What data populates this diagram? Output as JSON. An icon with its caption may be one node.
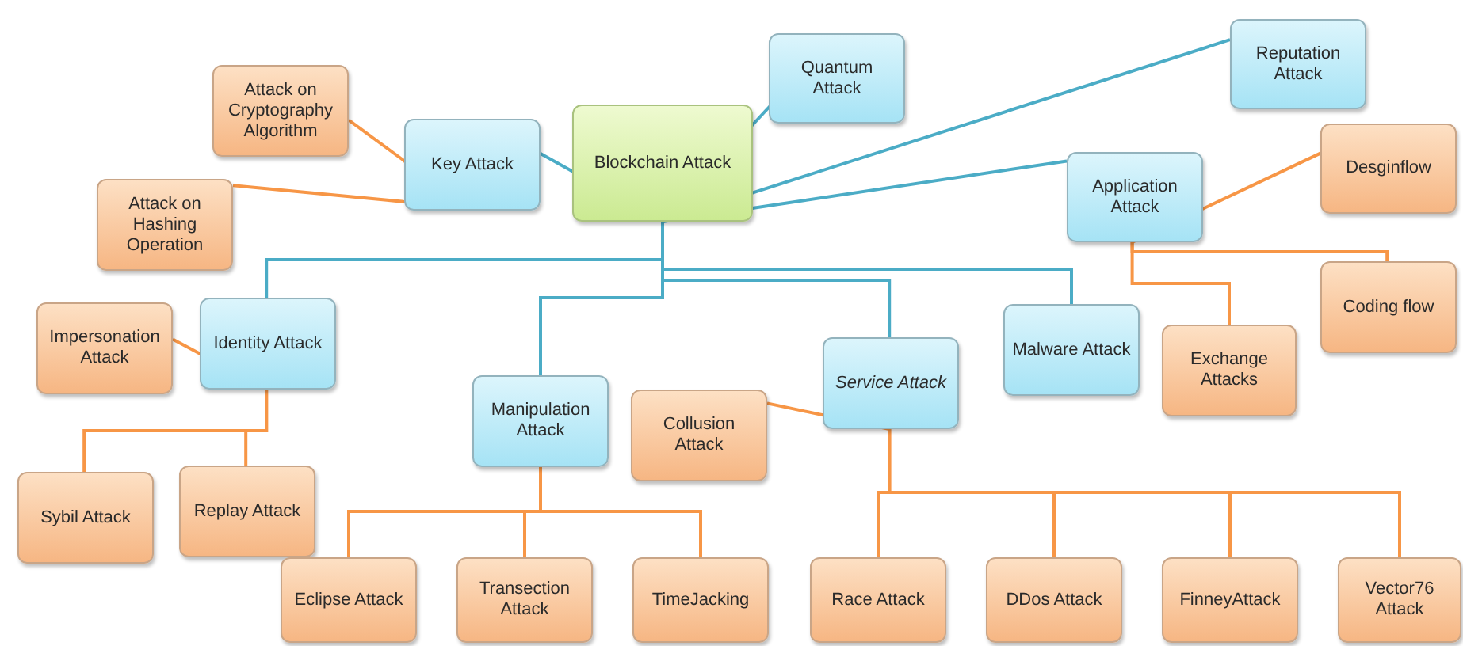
{
  "diagram": {
    "nodes": [
      {
        "text": [
          "Blockchain Attack"
        ]
      },
      {
        "text": [
          "Quantum Attack"
        ]
      },
      {
        "text": [
          "Reputation Attack"
        ]
      },
      {
        "text": [
          "Attack on Cryptography Algorithm"
        ]
      },
      {
        "text": [
          "Key Attack"
        ]
      },
      {
        "text": [
          "Application Attack"
        ]
      },
      {
        "text": [
          "Desginflow"
        ]
      },
      {
        "text": [
          "Attack on Hashing Operation"
        ]
      },
      {
        "text": [
          "Identity Attack"
        ]
      },
      {
        "text": [
          "Impersonation Attack"
        ]
      },
      {
        "text": [
          "Coding flow"
        ]
      },
      {
        "text": [
          "Malware Attack"
        ]
      },
      {
        "text": [
          "Exchange Attacks"
        ]
      },
      {
        "text": [
          "Service Attack"
        ]
      },
      {
        "text": [
          "Manipulation Attack"
        ]
      },
      {
        "text": [
          "Collusion Attack"
        ]
      },
      {
        "text": [
          "Sybil Attack"
        ]
      },
      {
        "text": [
          "Replay Attack"
        ]
      },
      {
        "text": [
          "Eclipse Attack"
        ]
      },
      {
        "text": [
          "Transection Attack"
        ]
      },
      {
        "text": [
          "TimeJacking"
        ]
      },
      {
        "text": [
          "Race Attack"
        ]
      },
      {
        "text": [
          "DDos Attack"
        ]
      },
      {
        "text": [
          "FinneyAttack"
        ]
      },
      {
        "text": [
          "Vector76 Attack"
        ]
      }
    ],
    "edges": [
      {
        "from": 0,
        "to": 4,
        "arrow": "none",
        "color": "#4bacc6"
      },
      {
        "from": 0,
        "to": 1,
        "arrow": "none",
        "color": "#4bacc6"
      },
      {
        "from": 0,
        "to": 2,
        "arrow": "none",
        "color": "#4bacc6"
      },
      {
        "from": 0,
        "to": 5,
        "arrow": "none",
        "color": "#4bacc6"
      },
      {
        "from": 0,
        "to": 8,
        "arrow": "none",
        "color": "#4bacc6"
      },
      {
        "from": 0,
        "to": 11,
        "arrow": "none",
        "color": "#4bacc6"
      },
      {
        "from": 0,
        "to": 13,
        "arrow": "none",
        "color": "#4bacc6"
      },
      {
        "from": 0,
        "to": 14,
        "arrow": "none",
        "color": "#4bacc6"
      },
      {
        "from": 4,
        "to": 3,
        "arrow": "none"
      },
      {
        "from": 4,
        "to": 7,
        "arrow": "none"
      },
      {
        "from": 5,
        "to": 6,
        "arrow": "none"
      },
      {
        "from": 5,
        "to": 12,
        "arrow": "none"
      },
      {
        "from": 5,
        "to": 10,
        "arrow": "none"
      },
      {
        "from": 8,
        "to": 9,
        "arrow": "none"
      },
      {
        "from": 8,
        "to": 16,
        "arrow": "none"
      },
      {
        "from": 8,
        "to": 17,
        "arrow": "none"
      },
      {
        "from": 14,
        "to": 18,
        "arrow": "none"
      },
      {
        "from": 14,
        "to": 19,
        "arrow": "none"
      },
      {
        "from": 14,
        "to": 20,
        "arrow": "none"
      },
      {
        "from": 13,
        "to": 15,
        "arrow": "none"
      },
      {
        "from": 13,
        "to": 21,
        "arrow": "none"
      },
      {
        "from": 13,
        "to": 22,
        "arrow": "none"
      },
      {
        "from": 13,
        "to": 23,
        "arrow": "none"
      },
      {
        "from": 13,
        "to": 24,
        "arrow": "none"
      }
    ]
  }
}
